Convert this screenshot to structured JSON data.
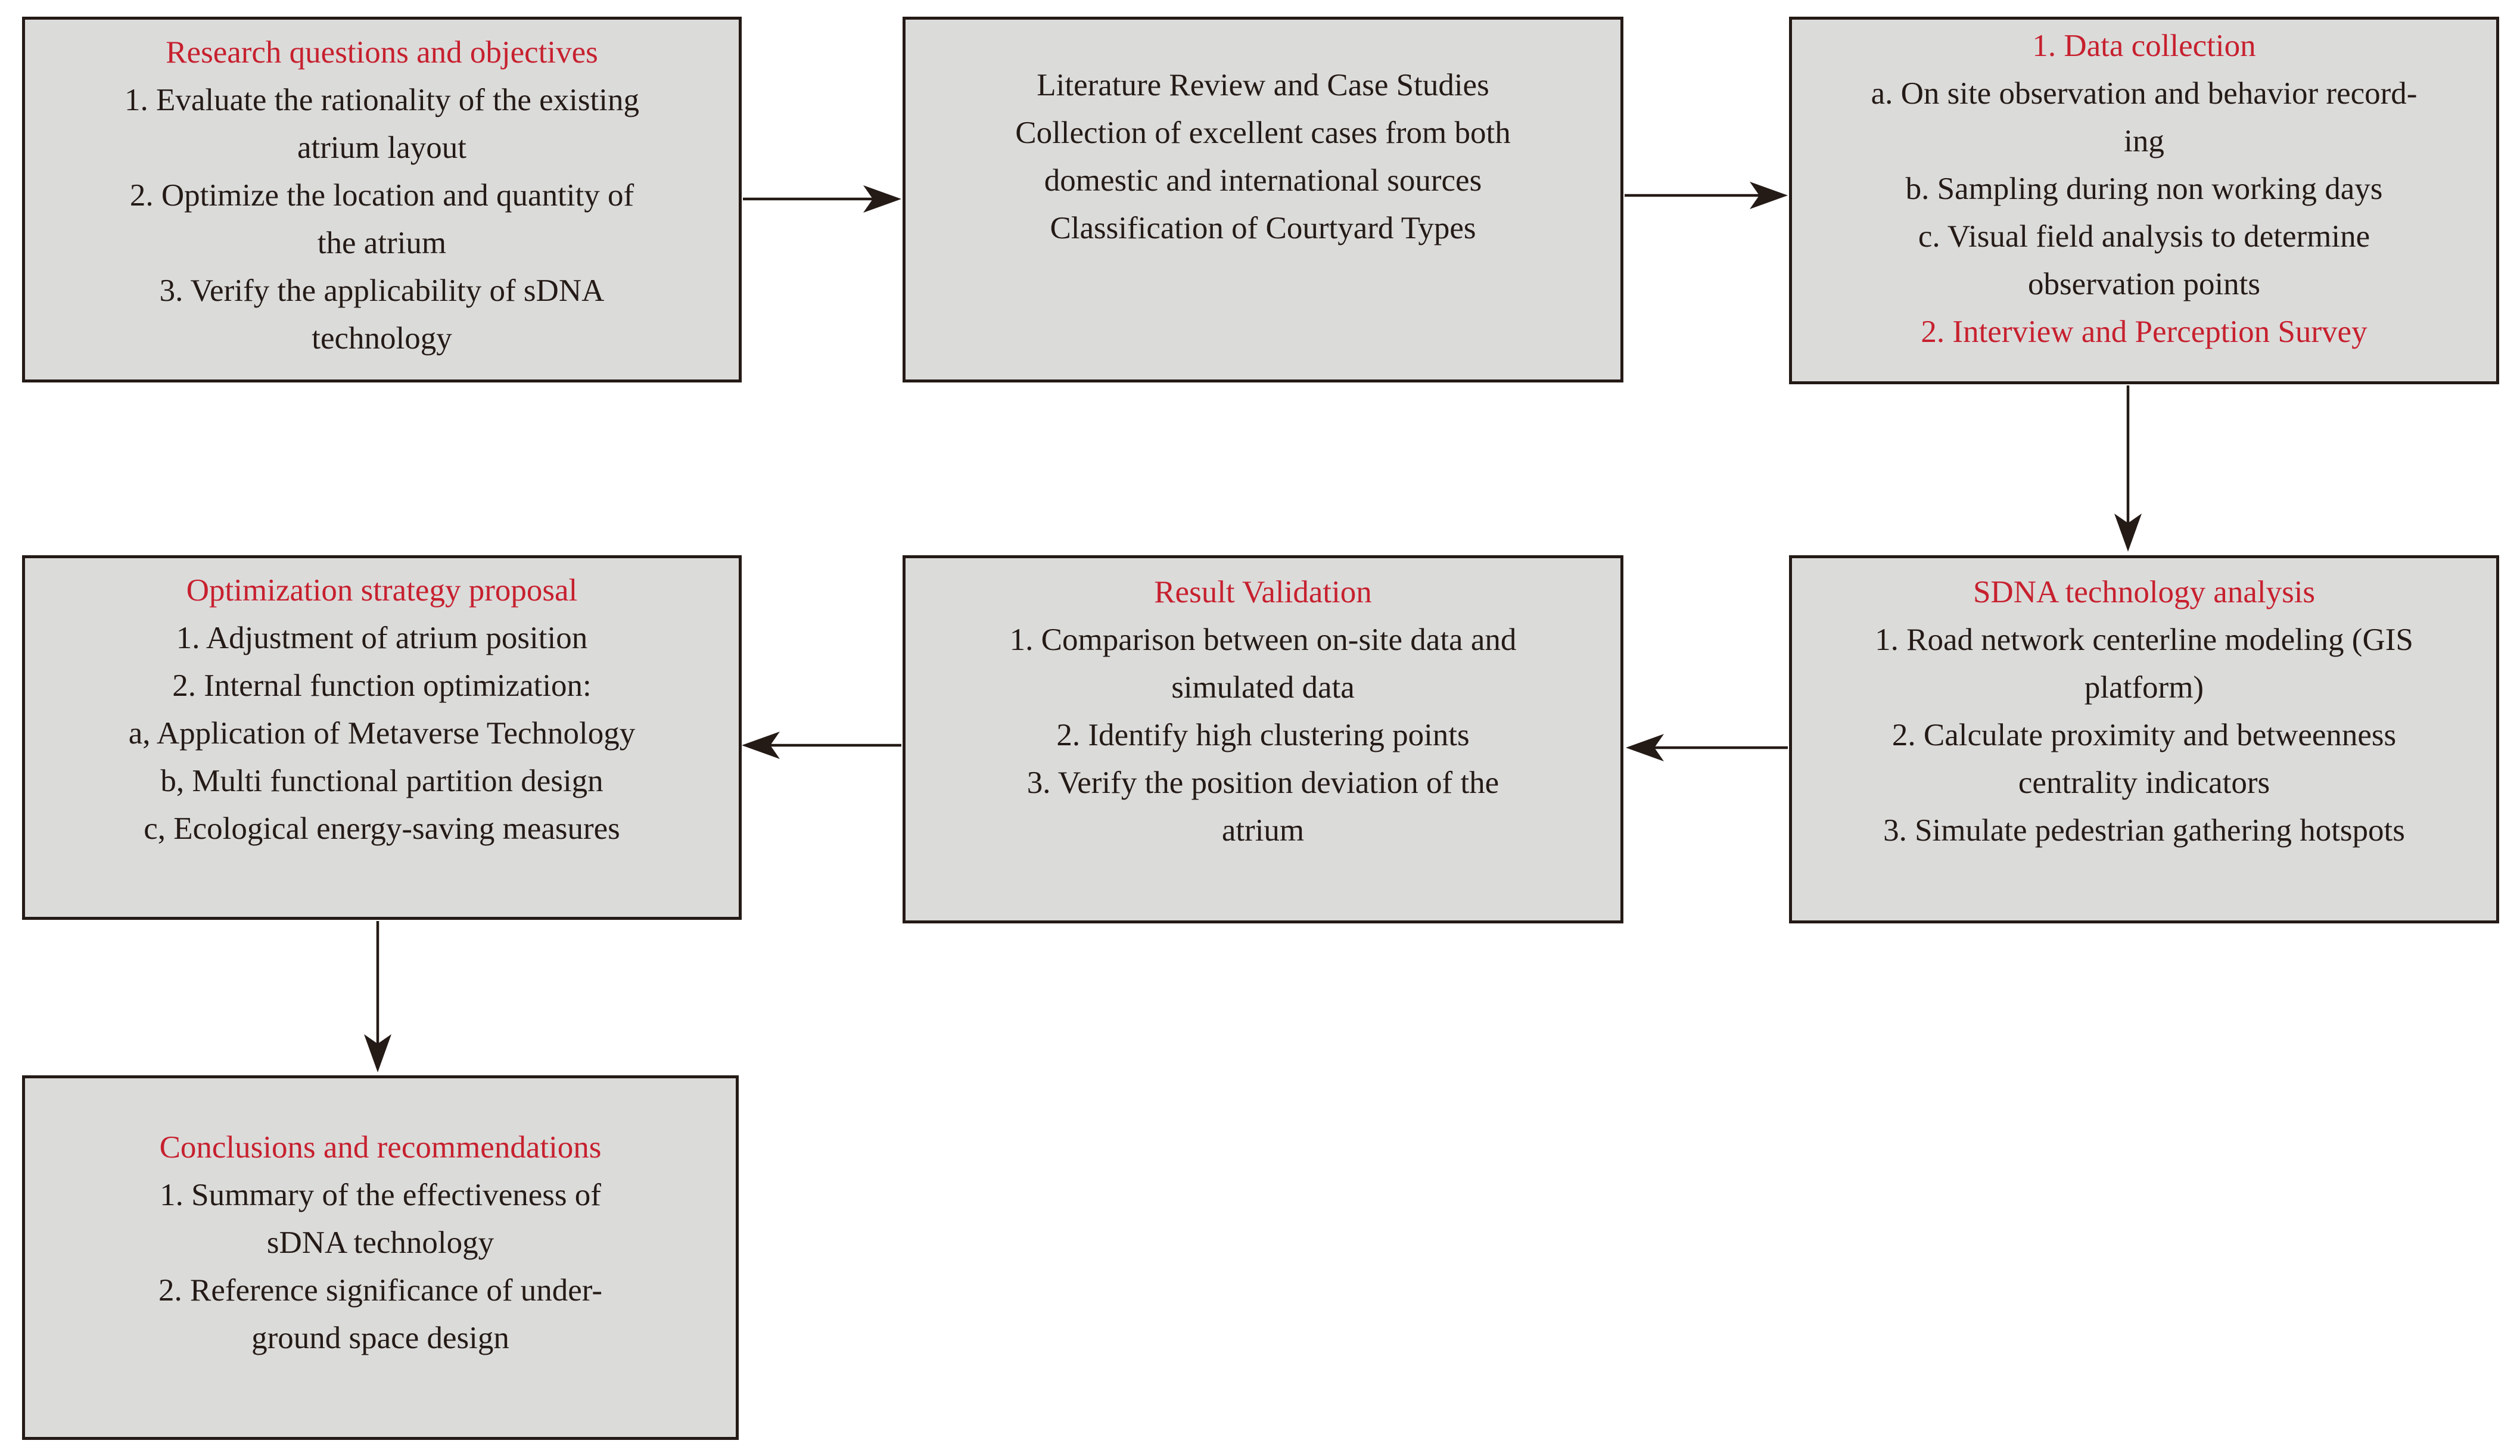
{
  "palette": {
    "background": "#ffffff",
    "box_fill": "#dbdbda",
    "border_black": "#241a16",
    "text_black": "#241a16",
    "accent_red": "#c7202e"
  },
  "boxes": [
    {
      "id": "research-questions",
      "lines": [
        {
          "text": "Research questions and objectives",
          "cls": "line red"
        },
        {
          "text": "1. Evaluate the rationality of the existing",
          "cls": "line"
        },
        {
          "text": "atrium layout",
          "cls": "line"
        },
        {
          "text": "2. Optimize the location and quantity of",
          "cls": "line"
        },
        {
          "text": "the atrium",
          "cls": "line"
        },
        {
          "text": "3. Verify the applicability of sDNA",
          "cls": "line"
        },
        {
          "text": "technology",
          "cls": "line"
        }
      ]
    },
    {
      "id": "literature-review",
      "lines": [
        {
          "text": "Literature Review and Case Studies",
          "cls": "line"
        },
        {
          "text": "Collection of excellent cases from both",
          "cls": "line"
        },
        {
          "text": "domestic and international sources",
          "cls": "line"
        },
        {
          "text": "Classification of Courtyard Types",
          "cls": "line"
        }
      ]
    },
    {
      "id": "data-collection",
      "lines": [
        {
          "text": "1. Data collection",
          "cls": "line red"
        },
        {
          "text": "a. On site observation and behavior record-",
          "cls": "line"
        },
        {
          "text": "ing",
          "cls": "line"
        },
        {
          "text": "b. Sampling during non working days",
          "cls": "line"
        },
        {
          "text": "c. Visual field analysis to determine",
          "cls": "line"
        },
        {
          "text": "observation points",
          "cls": "line"
        },
        {
          "text": "2. Interview and Perception Survey",
          "cls": "line red"
        }
      ]
    },
    {
      "id": "sdna-analysis",
      "lines": [
        {
          "text": "SDNA technology analysis",
          "cls": "line red"
        },
        {
          "text": "1. Road network centerline modeling (GIS",
          "cls": "line"
        },
        {
          "text": "platform)",
          "cls": "line"
        },
        {
          "text": "2. Calculate proximity and betweenness",
          "cls": "line"
        },
        {
          "text": "centrality indicators",
          "cls": "line"
        },
        {
          "text": "3. Simulate pedestrian gathering hotspots",
          "cls": "line"
        }
      ]
    },
    {
      "id": "result-validation",
      "lines": [
        {
          "text": "Result Validation",
          "cls": "line red"
        },
        {
          "text": "1. Comparison between on-site data and",
          "cls": "line"
        },
        {
          "text": "simulated data",
          "cls": "line"
        },
        {
          "text": "2. Identify high clustering points",
          "cls": "line"
        },
        {
          "text": "3. Verify the position deviation of the",
          "cls": "line"
        },
        {
          "text": "atrium",
          "cls": "line"
        }
      ]
    },
    {
      "id": "optimization-strategy",
      "lines": [
        {
          "text": "Optimization strategy proposal",
          "cls": "line red"
        },
        {
          "text": "1. Adjustment of atrium position",
          "cls": "line"
        },
        {
          "text": "2. Internal function optimization:",
          "cls": "line"
        },
        {
          "text": "a, Application of Metaverse Technology",
          "cls": "line"
        },
        {
          "text": "b, Multi functional partition design",
          "cls": "line"
        },
        {
          "text": "c, Ecological energy-saving measures",
          "cls": "line"
        }
      ]
    },
    {
      "id": "conclusions",
      "lines": [
        {
          "text": "Conclusions and recommendations",
          "cls": "line red"
        },
        {
          "text": "1. Summary of the effectiveness of",
          "cls": "line"
        },
        {
          "text": "sDNA technology",
          "cls": "line"
        },
        {
          "text": "2. Reference significance of under-",
          "cls": "line"
        },
        {
          "text": "ground space design",
          "cls": "line"
        }
      ]
    }
  ],
  "edges": [
    {
      "from": "research-questions",
      "to": "literature-review",
      "direction": "right"
    },
    {
      "from": "literature-review",
      "to": "data-collection",
      "direction": "right"
    },
    {
      "from": "data-collection",
      "to": "sdna-analysis",
      "direction": "down"
    },
    {
      "from": "sdna-analysis",
      "to": "result-validation",
      "direction": "left"
    },
    {
      "from": "result-validation",
      "to": "optimization-strategy",
      "direction": "left"
    },
    {
      "from": "optimization-strategy",
      "to": "conclusions",
      "direction": "down"
    }
  ]
}
